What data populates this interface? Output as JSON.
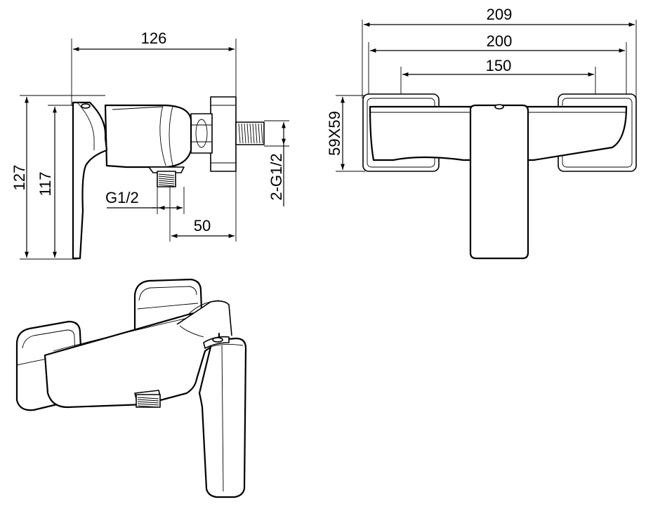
{
  "side_view": {
    "width_label": "126",
    "overall_height_label": "127",
    "lever_height_label": "117",
    "outlet_thread_label": "G1/2",
    "outlet_offset_label": "50",
    "inlet_thread_label": "2-G1/2"
  },
  "top_view": {
    "overall_width_label": "209",
    "body_width_label": "200",
    "center_distance_label": "150",
    "flange_size_label": "59X59"
  },
  "perspective_view": {}
}
